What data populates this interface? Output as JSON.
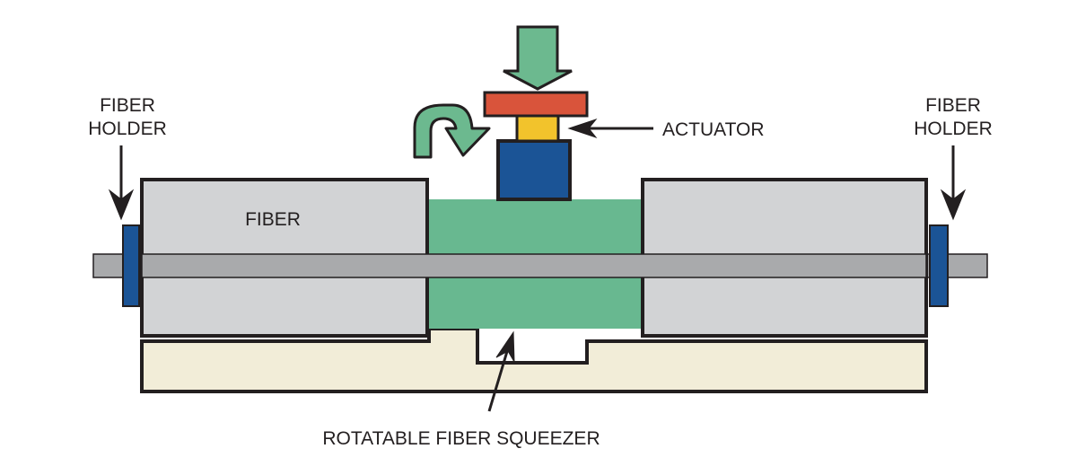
{
  "labels": {
    "fiber_holder_left": [
      "FIBER",
      "HOLDER"
    ],
    "fiber_holder_right": [
      "FIBER",
      "HOLDER"
    ],
    "fiber": "FIBER",
    "actuator": "ACTUATOR",
    "squeezer": "ROTATABLE FIBER SQUEEZER"
  },
  "colors": {
    "base": "#f2edd8",
    "block": "#d2d3d5",
    "squeezer": "#68b890",
    "fiber": "#a9aaac",
    "holder": "#1b5496",
    "actuator_red": "#d9543b",
    "actuator_yellow": "#f2c32c",
    "actuator_blue": "#1b5496",
    "arrow_green": "#6cb98f",
    "outline": "#231f20"
  }
}
